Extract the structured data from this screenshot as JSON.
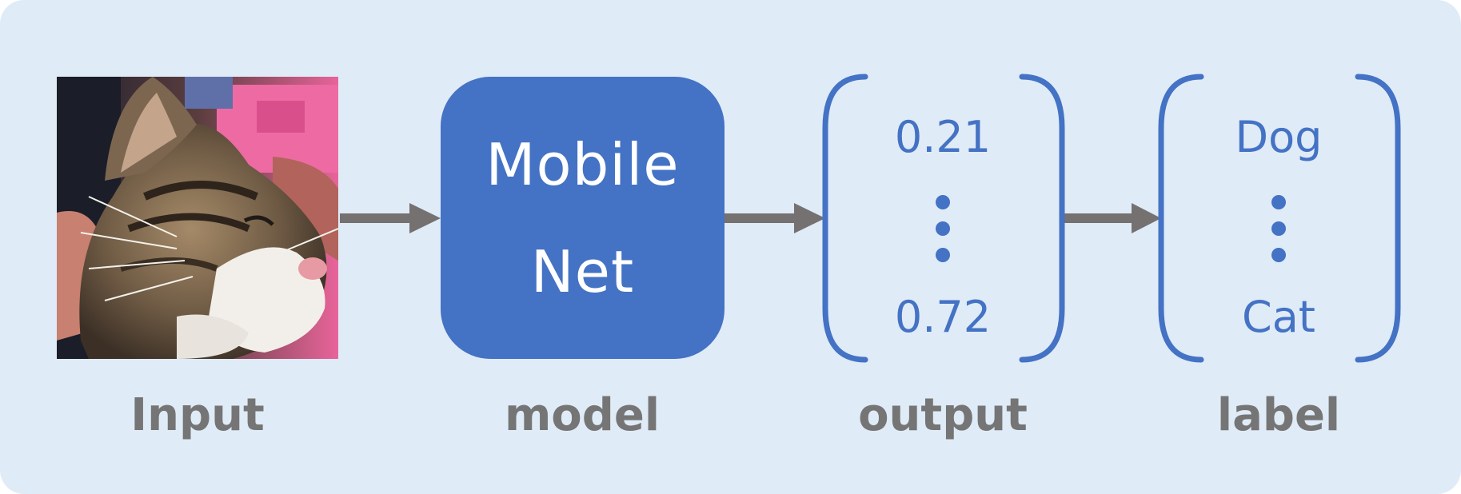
{
  "model": {
    "line1": "Mobile",
    "line2": "Net"
  },
  "output": {
    "top_value": "0.21",
    "bottom_value": "0.72"
  },
  "label_vector": {
    "top_label": "Dog",
    "bottom_label": "Cat"
  },
  "captions": {
    "input": "Input",
    "model": "model",
    "output": "output",
    "label": "label"
  },
  "colors": {
    "background": "#dfebf7",
    "accent_blue": "#4472c4",
    "arrow_gray": "#757171",
    "caption_gray": "#757575"
  },
  "icons": {
    "input_image": "cat-photo",
    "ellipsis": "vertical-ellipsis-icon",
    "arrows": "right-arrow-icon"
  }
}
